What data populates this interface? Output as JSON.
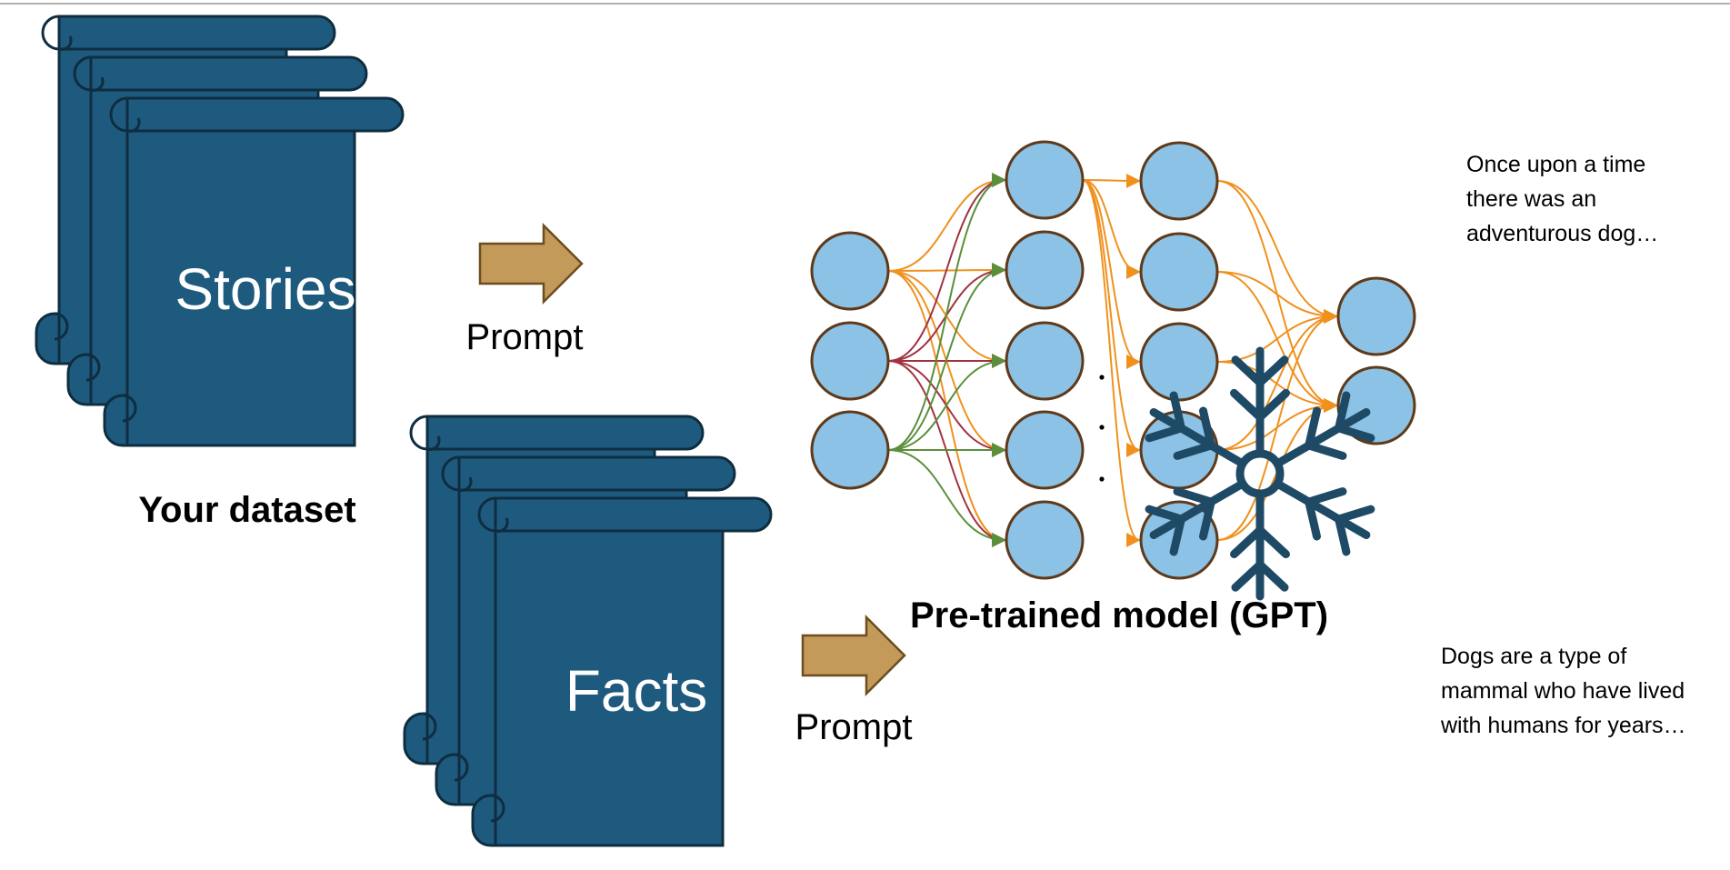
{
  "colors": {
    "scroll": "#1e5a7e",
    "arrow": "#c39a5a",
    "node": "#8cc2e6",
    "edge_orange": "#f0911e",
    "edge_red": "#a03340",
    "edge_green": "#5a8f3c",
    "snowflake": "#1e4a66"
  },
  "stories_doc": {
    "label": "Stories"
  },
  "facts_doc": {
    "label": "Facts"
  },
  "dataset_caption": "Your dataset",
  "prompt_top": "Prompt",
  "prompt_bottom": "Prompt",
  "model": {
    "caption": "Pre-trained model (GPT)",
    "layer_sizes": [
      3,
      5,
      5,
      2
    ],
    "frozen_icon": "snowflake-icon"
  },
  "outputs": {
    "story_lines": [
      "Once upon a time",
      "there was an",
      "adventurous dog…"
    ],
    "fact_lines": [
      "Dogs are a type of",
      "mammal who have lived",
      "with humans for years…"
    ]
  }
}
